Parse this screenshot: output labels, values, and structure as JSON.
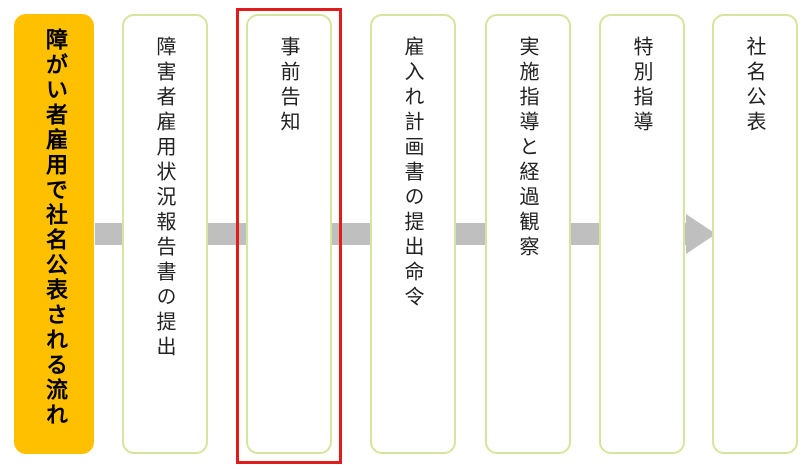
{
  "title": "障がい者雇用で社名公表される流れ",
  "steps": [
    "障害者雇用状況報告書の提出",
    "事前告知",
    "雇入れ計画書の提出命令",
    "実施指導と経過観察",
    "特別指導",
    "社名公表"
  ],
  "highlighted_step": "事前告知",
  "colors": {
    "title_bg": "#ffc000",
    "step_border": "#d6e59e",
    "arrow": "#bfbfbf",
    "highlight": "#e21b1b"
  }
}
